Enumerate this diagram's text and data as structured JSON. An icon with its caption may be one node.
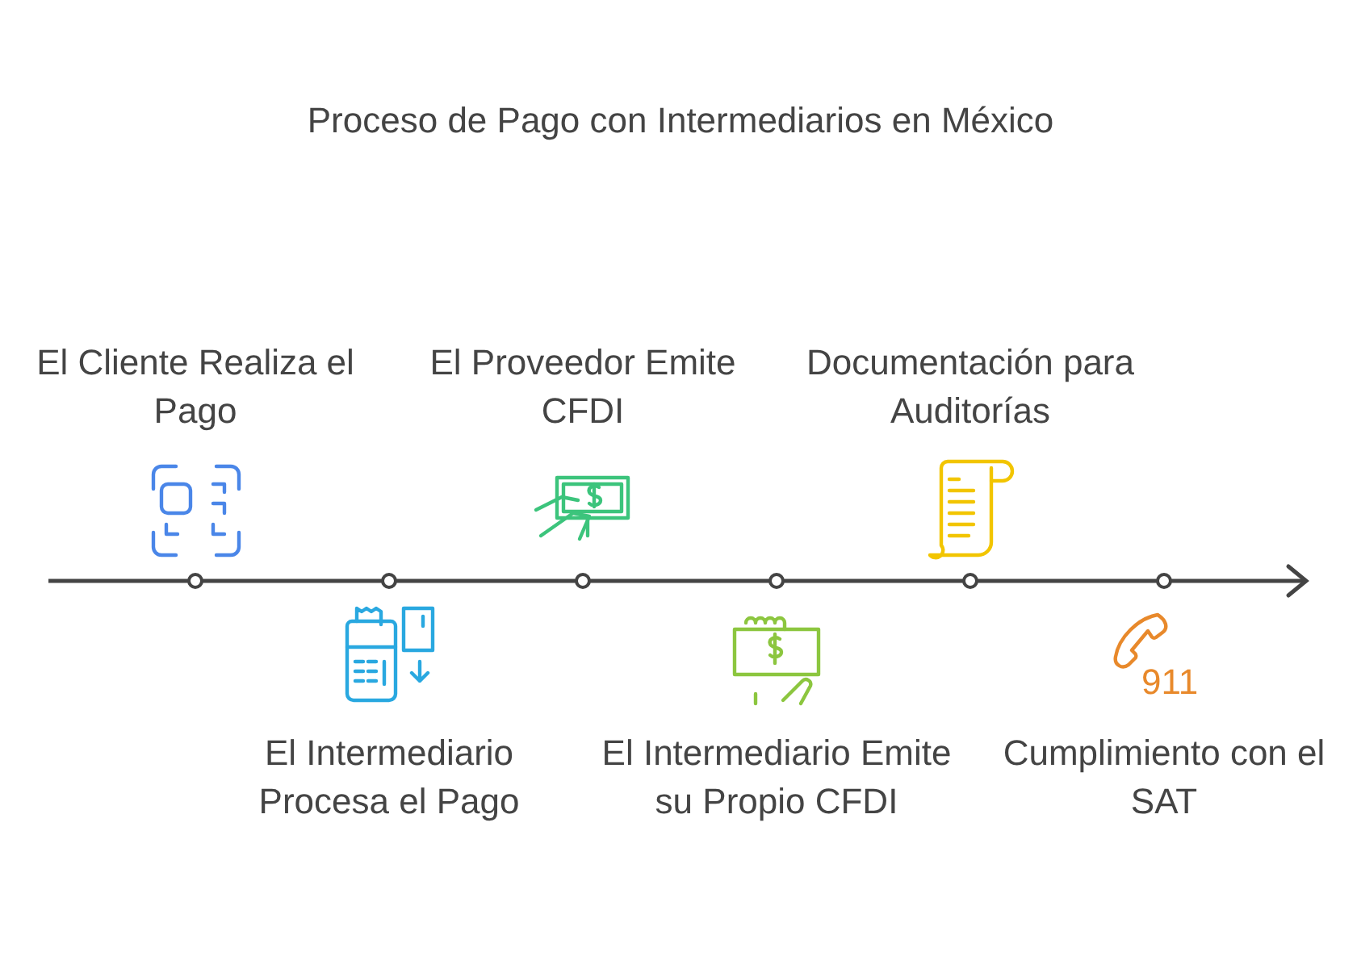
{
  "diagram": {
    "title": "Proceso de Pago con Intermediarios en México",
    "nodes": [
      {
        "text": [
          "El Cliente Realiza el Pago"
        ]
      },
      {
        "text": [
          "El Intermediario Procesa el Pago"
        ]
      },
      {
        "text": [
          "El Proveedor Emite CFDI"
        ]
      },
      {
        "text": [
          "El Intermediario Emite su Propio CFDI"
        ]
      },
      {
        "text": [
          "Documentación para Auditorías"
        ]
      },
      {
        "text": [
          "Cumplimiento con el SAT"
        ]
      }
    ],
    "edges": [],
    "labels": [
      "911"
    ]
  }
}
